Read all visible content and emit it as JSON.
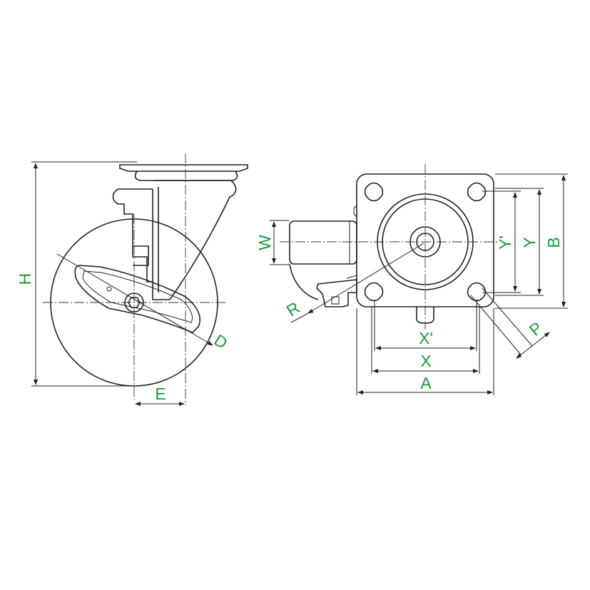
{
  "labels": {
    "H": "H",
    "E": "E",
    "D": "D",
    "W": "W",
    "R": "R",
    "Xp": "X'",
    "X": "X",
    "A": "A",
    "Yp": "Y'",
    "Y": "Y",
    "B": "B",
    "P": "P"
  },
  "colors": {
    "line": "#222222",
    "label": "#1a9a3a"
  }
}
